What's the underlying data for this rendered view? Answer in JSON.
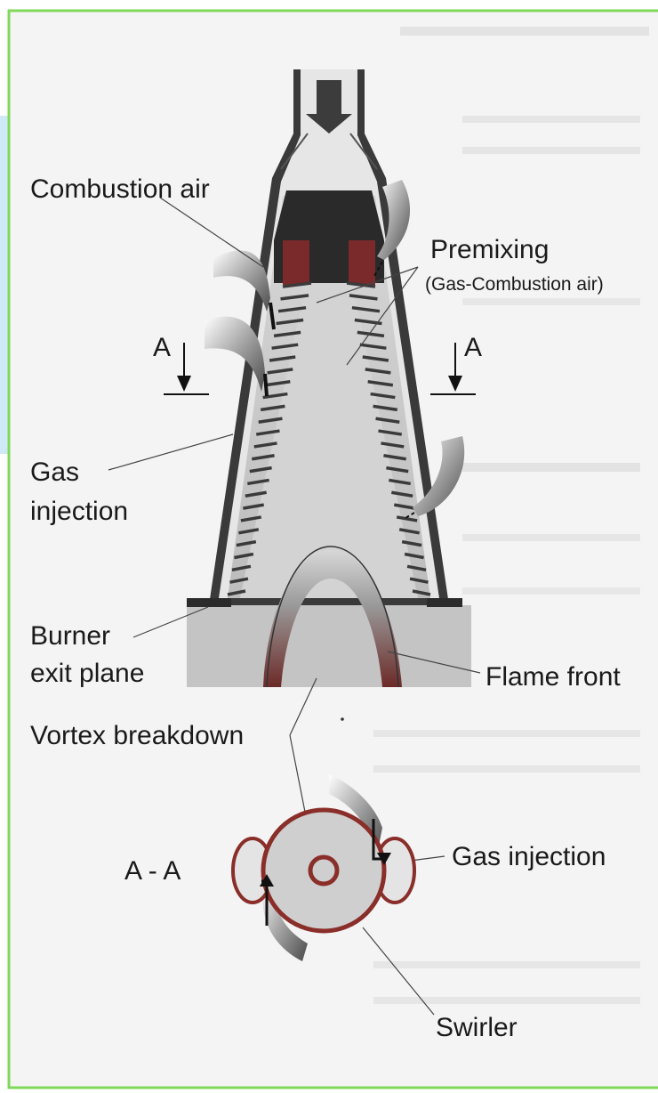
{
  "colors": {
    "frame_green": "#7fd85a",
    "side_blue": "#cfe9f6",
    "paper": "#f4f4f4",
    "body_gray": "#c9c9c9",
    "dark": "#2b2b2b",
    "red_brown": "#8a2e2a"
  },
  "labels": {
    "combustion_air": "Combustion air",
    "premixing": "Premixing",
    "premixing_sub": "(Gas-Combustion air)",
    "section_a_left": "A",
    "section_a_right": "A",
    "gas_injection_line1": "Gas",
    "gas_injection_line2": "injection",
    "burner_exit_line1": "Burner",
    "burner_exit_line2": "exit plane",
    "flame_front": "Flame front",
    "vortex_breakdown": "Vortex breakdown",
    "section_title": "A - A",
    "gas_injection_section": "Gas injection",
    "swirler": "Swirler"
  }
}
